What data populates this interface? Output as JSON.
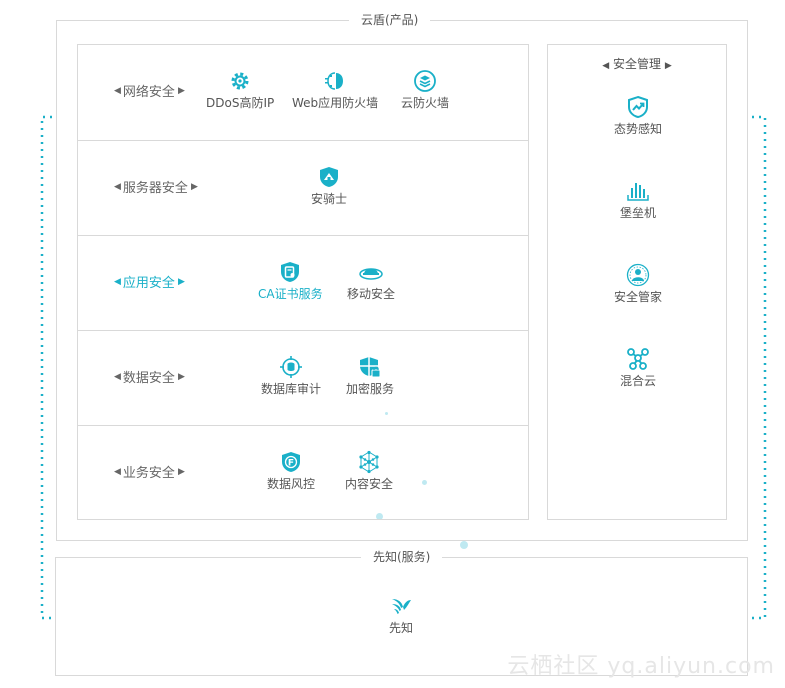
{
  "product_section": {
    "title": "云盾(产品)",
    "categories": [
      {
        "label": "网络安全",
        "items": [
          "DDoS高防IP",
          "Web应用防火墙",
          "云防火墙"
        ]
      },
      {
        "label": "服务器安全",
        "items": [
          "安骑士"
        ]
      },
      {
        "label": "应用安全",
        "items": [
          "CA证书服务",
          "移动安全"
        ]
      },
      {
        "label": "数据安全",
        "items": [
          "数据库审计",
          "加密服务"
        ]
      },
      {
        "label": "业务安全",
        "items": [
          "数据风控",
          "内容安全"
        ]
      }
    ],
    "management": {
      "title": "安全管理",
      "items": [
        "态势感知",
        "堡垒机",
        "安全管家",
        "混合云"
      ]
    }
  },
  "service_section": {
    "title": "先知(服务)",
    "items": [
      "先知"
    ]
  },
  "watermark": "云栖社区 yq.aliyun.com",
  "colors": {
    "accent": "#1ab0c8",
    "border": "#d9d9d9",
    "text": "#555555"
  }
}
